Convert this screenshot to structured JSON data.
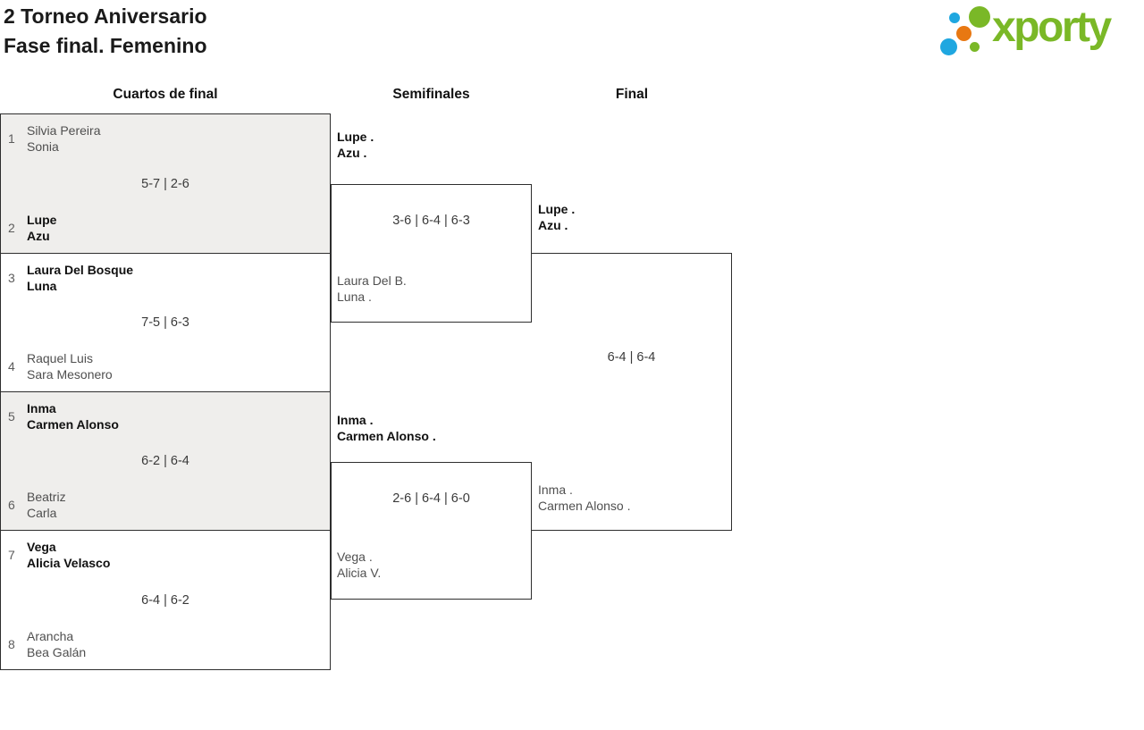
{
  "header": {
    "title_line1": "2 Torneo Aniversario",
    "title_line2": "Fase final. Femenino",
    "logo_text": "xporty"
  },
  "colors": {
    "logo_green": "#7ab827",
    "logo_blue": "#1fa7e0",
    "logo_orange": "#e87812",
    "box_shaded": "#efeeec",
    "border": "#2e2e2e"
  },
  "rounds": {
    "quarterfinals_label": "Cuartos de final",
    "semifinals_label": "Semifinales",
    "final_label": "Final"
  },
  "quarterfinals": [
    {
      "seed_top": "1",
      "top": [
        "Silvia Pereira",
        "Sonia"
      ],
      "seed_bottom": "2",
      "bottom": [
        "Lupe",
        "Azu"
      ],
      "score": "5-7 | 2-6"
    },
    {
      "seed_top": "3",
      "top": [
        "Laura Del Bosque",
        "Luna"
      ],
      "seed_bottom": "4",
      "bottom": [
        "Raquel Luis",
        "Sara Mesonero"
      ],
      "score": "7-5 | 6-3"
    },
    {
      "seed_top": "5",
      "top": [
        "Inma",
        "Carmen Alonso"
      ],
      "seed_bottom": "6",
      "bottom": [
        "Beatriz",
        "Carla"
      ],
      "score": "6-2 | 6-4"
    },
    {
      "seed_top": "7",
      "top": [
        "Vega",
        "Alicia Velasco"
      ],
      "seed_bottom": "8",
      "bottom": [
        "Arancha",
        "Bea Galán"
      ],
      "score": "6-4 | 6-2"
    }
  ],
  "semifinals": [
    {
      "top": [
        "Lupe .",
        "Azu ."
      ],
      "bottom": [
        "Laura Del B.",
        "Luna ."
      ],
      "score": "3-6 | 6-4 | 6-3"
    },
    {
      "top": [
        "Inma .",
        "Carmen Alonso ."
      ],
      "bottom": [
        "Vega .",
        "Alicia V."
      ],
      "score": "2-6 | 6-4 | 6-0"
    }
  ],
  "final": {
    "top": [
      "Lupe .",
      "Azu ."
    ],
    "bottom": [
      "Inma .",
      "Carmen Alonso ."
    ],
    "score": "6-4 | 6-4"
  }
}
